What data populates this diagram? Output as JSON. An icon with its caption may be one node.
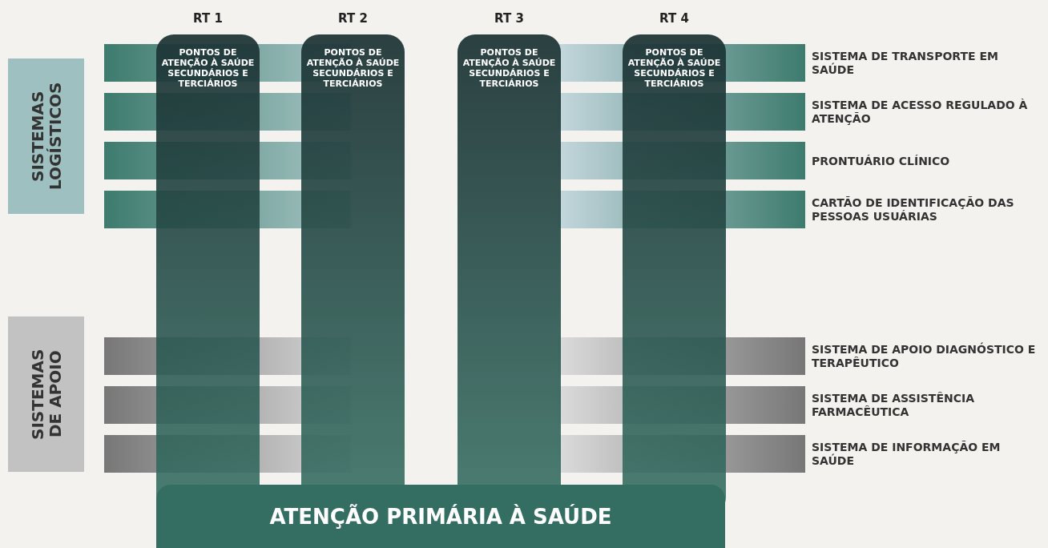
{
  "diagram": {
    "nodes": [
      {
        "text": [
          "PONTOS DE ATENÇÃO À SAÚDE SECUNDÁRIOS E TERCIÁRIOS"
        ],
        "beside": [
          "RT 1"
        ]
      },
      {
        "text": [
          "PONTOS DE ATENÇÃO À SAÚDE SECUNDÁRIOS E TERCIÁRIOS"
        ],
        "beside": [
          "RT 2"
        ]
      },
      {
        "text": [
          "PONTOS DE ATENÇÃO À SAÚDE SECUNDÁRIOS E TERCIÁRIOS"
        ],
        "beside": [
          "RT 3"
        ]
      },
      {
        "text": [
          "PONTOS DE ATENÇÃO À SAÚDE SECUNDÁRIOS E TERCIÁRIOS"
        ],
        "beside": [
          "RT 4"
        ]
      },
      {
        "text": [
          "SISTEMAS LOGÍSTICOS"
        ]
      },
      {
        "text": [
          "SISTEMA DE TRANSPORTE EM SAÚDE"
        ]
      },
      {
        "text": [
          "SISTEMA DE ACESSO REGULADO À ATENÇÃO"
        ]
      },
      {
        "text": [
          "PRONTUÁRIO CLÍNICO"
        ]
      },
      {
        "text": [
          "CARTÃO DE IDENTIFICAÇÃO DAS PESSOAS USUÁRIAS"
        ]
      },
      {
        "text": [
          "SISTEMAS DE APOIO"
        ]
      },
      {
        "text": [
          "SISTEMA DE APOIO DIAGNÓSTICO E TERAPÊUTICO"
        ]
      },
      {
        "text": [
          "SISTEMA DE ASSISTÊNCIA FARMACÊUTICA"
        ]
      },
      {
        "text": [
          "SISTEMA DE INFORMAÇÃO EM SAÚDE"
        ]
      },
      {
        "text": [
          "ATENÇÃO PRIMÁRIA À SAÚDE"
        ]
      }
    ],
    "edges": []
  }
}
